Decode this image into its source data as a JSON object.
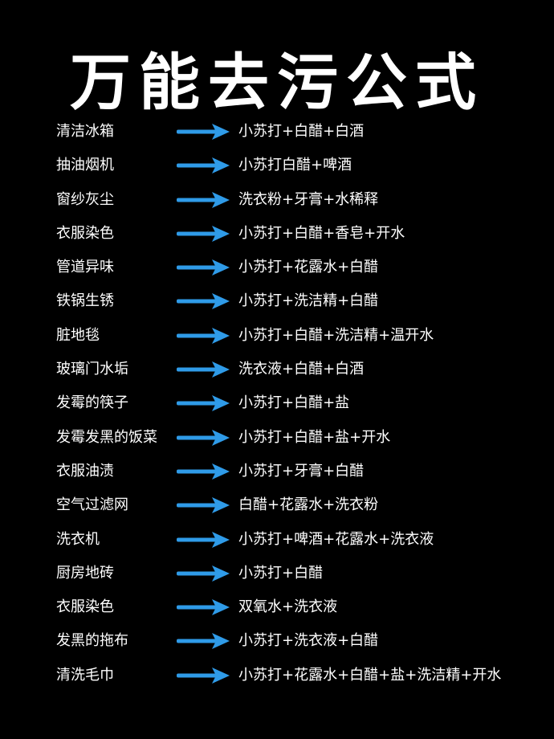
{
  "title": "万能去污公式",
  "arrow_color": "#2f9be8",
  "arrow_icon": "right-arrow-icon",
  "rows": [
    {
      "item": "清洁冰箱",
      "formula": "小苏打+白醋+白酒"
    },
    {
      "item": "抽油烟机",
      "formula": "小苏打白醋+啤酒"
    },
    {
      "item": "窗纱灰尘",
      "formula": " 洗衣粉+牙膏+水稀释"
    },
    {
      "item": "衣服染色",
      "formula": "小苏打+白醋+香皂+开水"
    },
    {
      "item": "管道异味",
      "formula": "小苏打+花露水+白醋"
    },
    {
      "item": "铁锅生锈",
      "formula": "小苏打+洗洁精+白醋"
    },
    {
      "item": "脏地毯",
      "formula": "小苏打+白醋+洗洁精+温开水"
    },
    {
      "item": "玻璃门水垢",
      "formula": "洗衣液+白醋+白酒"
    },
    {
      "item": "发霉的筷子",
      "formula": "小苏打+白醋+盐"
    },
    {
      "item": "发霉发黑的饭菜",
      "formula": "小苏打+白醋+盐+开水"
    },
    {
      "item": "衣服油渍",
      "formula": "小苏打+牙膏+白醋"
    },
    {
      "item": "空气过滤网",
      "formula": "白醋+花露水+洗衣粉"
    },
    {
      "item": "洗衣机",
      "formula": "小苏打+啤酒+花露水+洗衣液"
    },
    {
      "item": "厨房地砖",
      "formula": "小苏打+白醋"
    },
    {
      "item": "衣服染色",
      "formula": "双氧水+洗衣液"
    },
    {
      "item": "发黑的拖布",
      "formula": "小苏打+洗衣液+白醋"
    },
    {
      "item": "清洗毛巾",
      "formula": "小苏打+花露水+白醋+盐+洗洁精+开水"
    }
  ]
}
